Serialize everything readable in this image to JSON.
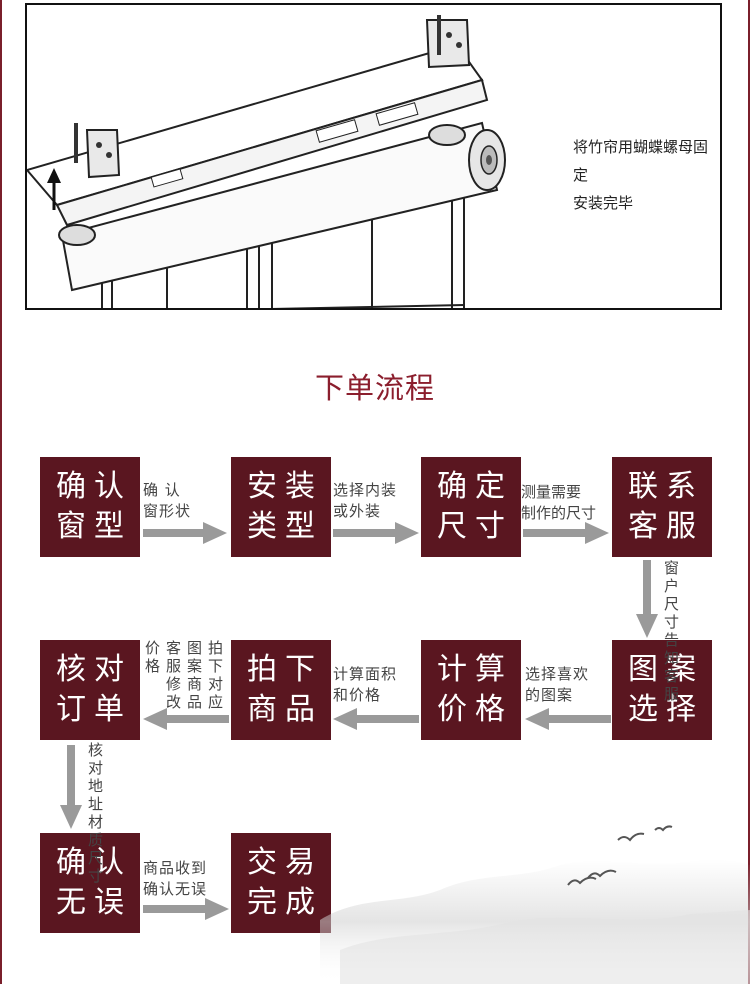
{
  "illustration": {
    "caption_line1": "将竹帘用蝴蝶螺母固定",
    "caption_line2": "安装完毕"
  },
  "title": "下单流程",
  "steps": [
    {
      "line1": "确认",
      "line2": "窗型"
    },
    {
      "line1": "安装",
      "line2": "类型"
    },
    {
      "line1": "确定",
      "line2": "尺寸"
    },
    {
      "line1": "联系",
      "line2": "客服"
    },
    {
      "line1": "图案",
      "line2": "选择"
    },
    {
      "line1": "计算",
      "line2": "价格"
    },
    {
      "line1": "拍下",
      "line2": "商品"
    },
    {
      "line1": "核对",
      "line2": "订单"
    },
    {
      "line1": "确认",
      "line2": "无误"
    },
    {
      "line1": "交易",
      "line2": "完成"
    }
  ],
  "notes": {
    "n1": "确 认\n窗形状",
    "n2": "选择内装\n或外装",
    "n3": "测量需要\n制作的尺寸",
    "n4": "窗户尺寸告知客服",
    "n5": "选择喜欢\n的图案",
    "n6": "计算面积\n和价格",
    "n7": "拍下对应\n图案商品\n客服修改\n价格",
    "n8": "核对地址材质尺寸",
    "n9": "商品收到\n确认无误"
  },
  "colors": {
    "box": "#5a1620",
    "title": "#8b1e2d",
    "arrow": "#9a9a9a",
    "frame": "#7a1f2b"
  }
}
